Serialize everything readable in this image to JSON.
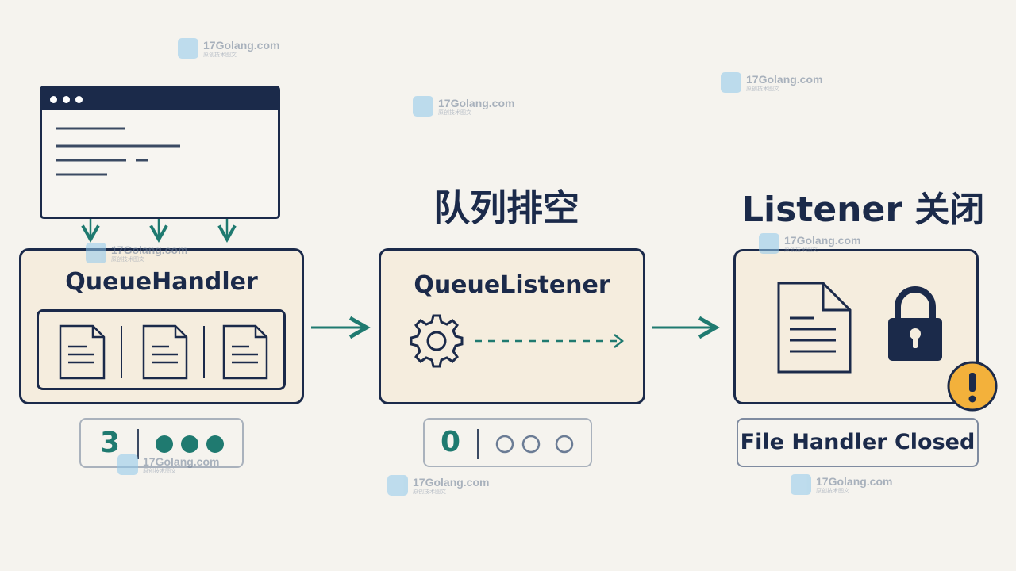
{
  "headings": {
    "queue_drain": "队列排空",
    "listener_close": "Listener 关闭"
  },
  "boxes": {
    "handler_title": "QueueHandler",
    "listener_title": "QueueListener",
    "closed_label": "File Handler Closed"
  },
  "counters": {
    "handler_count": "3",
    "listener_count": "0"
  },
  "watermark": {
    "text": "17Golang.com",
    "sub": "原创技术图文"
  },
  "colors": {
    "navy": "#1b2a4a",
    "teal": "#1f7a70",
    "box_fill": "#f5edde",
    "warning": "#f3b13b",
    "background": "#f5f3ee"
  },
  "icons": [
    "terminal-window-icon",
    "document-icon",
    "gear-icon",
    "lock-icon",
    "warning-icon",
    "ellipsis-dots-icon"
  ]
}
